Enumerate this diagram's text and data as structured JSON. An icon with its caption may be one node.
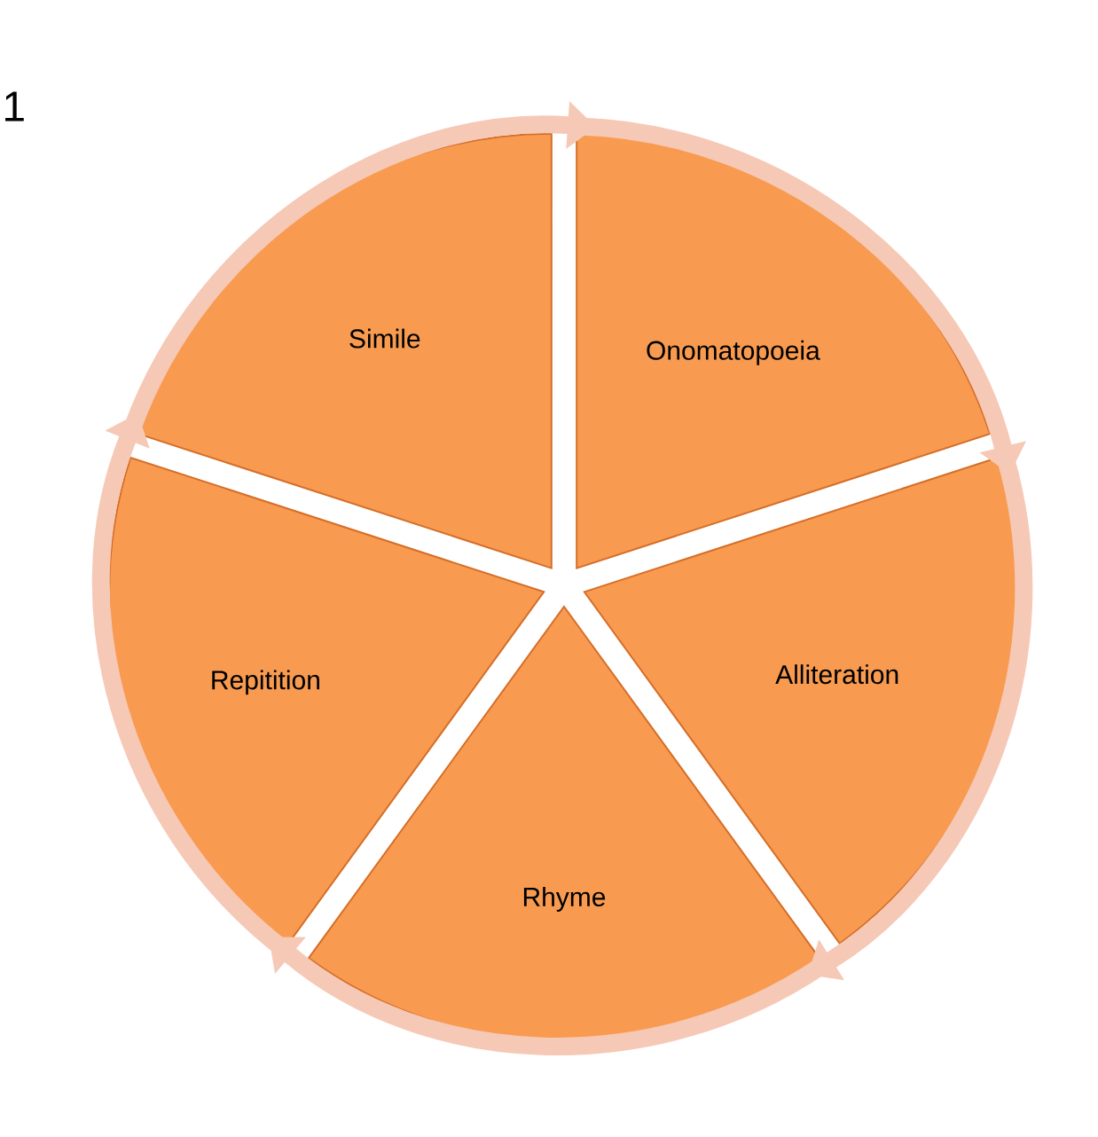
{
  "diagram": {
    "nodes": [
      {
        "text": [
          "Simile"
        ]
      },
      {
        "text": [
          "Onomatopoeia"
        ]
      },
      {
        "text": [
          "Alliteration"
        ]
      },
      {
        "text": [
          "Rhyme"
        ]
      },
      {
        "text": [
          "Repitition"
        ]
      }
    ],
    "edges": [
      {
        "from": 0,
        "to": 1,
        "arrow": "to"
      },
      {
        "from": 1,
        "to": 2,
        "arrow": "to"
      },
      {
        "from": 2,
        "to": 3,
        "arrow": "to"
      },
      {
        "from": 3,
        "to": 4,
        "arrow": "to"
      },
      {
        "from": 4,
        "to": 0,
        "arrow": "to"
      }
    ],
    "labels": [
      "1"
    ]
  }
}
